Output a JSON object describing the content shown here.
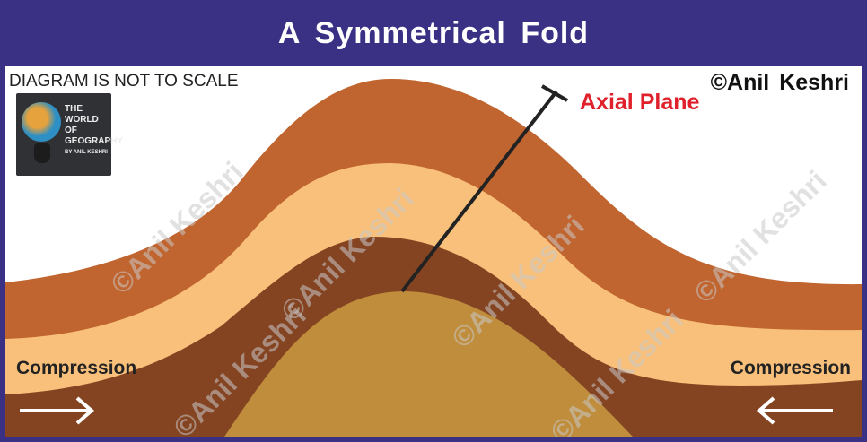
{
  "title": "A  Symmetrical  Fold",
  "note": "DIAGRAM IS NOT TO SCALE",
  "copyright": "©Anil  Keshri",
  "axial_label": "Axial Plane",
  "compression_left": "Compression",
  "compression_right": "Compression",
  "watermark": "©Anil Keshri",
  "logo": {
    "line1": "THE",
    "line2": "WORLD",
    "line3": "OF",
    "line4": "GEOGRAPHY",
    "line5": "BY ANIL KESHRI"
  },
  "colors": {
    "frame": "#3a3185",
    "layer_top": "#c0652f",
    "layer_tan": "#f8c07a",
    "layer_dark": "#844422",
    "core": "#bf8d3c",
    "axial_label": "#e0202a"
  }
}
